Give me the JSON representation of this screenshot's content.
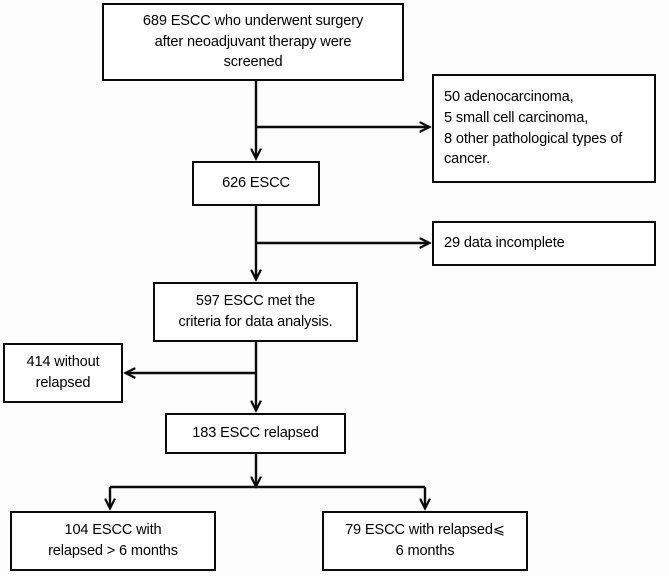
{
  "chart_data": {
    "type": "diagram",
    "title": "",
    "diagram_kind": "patient-selection-flowchart",
    "nodes": [
      {
        "id": "screened",
        "lines": [
          "689 ESCC who underwent surgery",
          "after neoadjuvant therapy were",
          "screened"
        ],
        "count": 689,
        "align": "center"
      },
      {
        "id": "excluded_pathology",
        "lines": [
          "50 adenocarcinoma,",
          "5 small cell carcinoma,",
          "8 other pathological types of",
          "cancer."
        ],
        "counts": [
          50,
          5,
          8
        ],
        "align": "left"
      },
      {
        "id": "escc_626",
        "lines": [
          "626 ESCC"
        ],
        "count": 626,
        "align": "center"
      },
      {
        "id": "excluded_data",
        "lines": [
          "29 data incomplete"
        ],
        "count": 29,
        "align": "left"
      },
      {
        "id": "escc_597",
        "lines": [
          "597 ESCC met the",
          "criteria for data analysis."
        ],
        "count": 597,
        "align": "center"
      },
      {
        "id": "no_relapse",
        "lines": [
          "414 without",
          "relapsed"
        ],
        "count": 414,
        "align": "center"
      },
      {
        "id": "relapsed_183",
        "lines": [
          "183 ESCC relapsed"
        ],
        "count": 183,
        "align": "center"
      },
      {
        "id": "relapse_gt_6",
        "lines": [
          "104 ESCC with",
          "relapsed > 6 months"
        ],
        "count": 104,
        "align": "center"
      },
      {
        "id": "relapse_le_6",
        "lines": [
          "79 ESCC with relapsed⩽",
          "6 months"
        ],
        "count": 79,
        "align": "center"
      }
    ],
    "edges": [
      {
        "from": "screened",
        "to": "escc_626",
        "kind": "vertical-arrow"
      },
      {
        "from": "screened",
        "to": "excluded_pathology",
        "kind": "elbow-right-arrow"
      },
      {
        "from": "escc_626",
        "to": "escc_597",
        "kind": "vertical-arrow"
      },
      {
        "from": "escc_626",
        "to": "excluded_data",
        "kind": "elbow-right-arrow"
      },
      {
        "from": "escc_597",
        "to": "relapsed_183",
        "kind": "vertical-arrow"
      },
      {
        "from": "escc_597",
        "to": "no_relapse",
        "kind": "elbow-left-arrow"
      },
      {
        "from": "relapsed_183",
        "to": "relapse_gt_6",
        "kind": "split-arrow"
      },
      {
        "from": "relapsed_183",
        "to": "relapse_le_6",
        "kind": "split-arrow"
      }
    ],
    "colors": {
      "stroke": "#0a0a0a",
      "fill": "#ffffff",
      "background": "#fdfdfd",
      "text": "#000000"
    }
  },
  "nodes": {
    "screened": {
      "l1": "689 ESCC who underwent surgery",
      "l2": "after neoadjuvant therapy were",
      "l3": "screened"
    },
    "excluded_pathology": {
      "l1": "50 adenocarcinoma,",
      "l2": "5 small cell carcinoma,",
      "l3": "8 other pathological types of",
      "l4": "cancer."
    },
    "escc_626": {
      "l1": "626 ESCC"
    },
    "excluded_data": {
      "l1": "29 data incomplete"
    },
    "escc_597": {
      "l1": "597 ESCC met the",
      "l2": "criteria for data analysis."
    },
    "no_relapse": {
      "l1": "414 without",
      "l2": "relapsed"
    },
    "relapsed_183": {
      "l1": "183 ESCC relapsed"
    },
    "relapse_gt_6": {
      "l1": "104 ESCC with",
      "l2": "relapsed > 6 months"
    },
    "relapse_le_6": {
      "l1": "79 ESCC with relapsed⩽",
      "l2": "6 months"
    }
  }
}
